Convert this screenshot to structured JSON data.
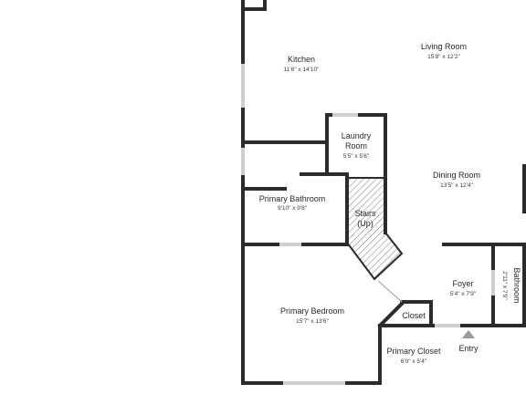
{
  "plan": {
    "rooms": {
      "living_room": {
        "name": "Living Room",
        "dims": "15'8\" x 12'2\""
      },
      "kitchen": {
        "name": "Kitchen",
        "dims": "11'6\" x 14'10\""
      },
      "laundry": {
        "name_line1": "Laundry",
        "name_line2": "Room",
        "dims": "5'5\" x 5'6\""
      },
      "dining_room": {
        "name": "Dining Room",
        "dims": "13'5\" x 12'4\""
      },
      "primary_bathroom": {
        "name": "Primary Bathroom",
        "dims": "9'10\" x 9'8\""
      },
      "stairs": {
        "name_line1": "Stairs",
        "name_line2": "(Up)"
      },
      "foyer": {
        "name": "Foyer",
        "dims": "5'4\" x 7'9\""
      },
      "bathroom": {
        "name": "Bathroom",
        "dims": "2'11\" x 7'9\""
      },
      "primary_bedroom": {
        "name": "Primary Bedroom",
        "dims": "15'7\" x 13'6\""
      },
      "closet": {
        "name": "Closet"
      },
      "primary_closet": {
        "name": "Primary Closet",
        "dims": "6'0\" x 5'4\""
      }
    },
    "entry_label": "Entry",
    "colors": {
      "wall": "#2b2b2b",
      "window": "#cfcfcf",
      "stairs_hatch": "#7a7a7a",
      "entry_marker": "#9a9a9a",
      "background": "#ffffff"
    }
  }
}
